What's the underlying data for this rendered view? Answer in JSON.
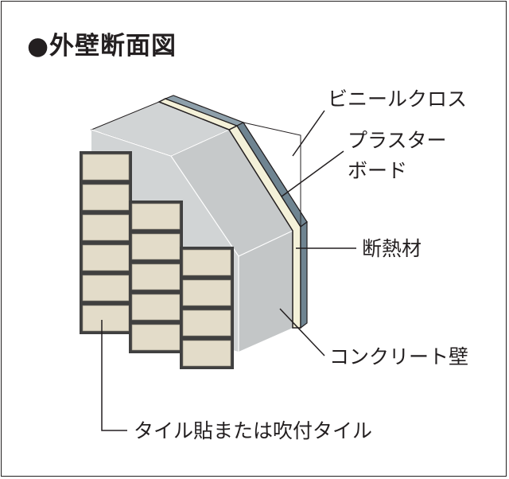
{
  "title": "●外壁断面図",
  "labels": {
    "vinyl_cloth": "ビニールクロス",
    "plaster_board_line1": "プラスター",
    "plaster_board_line2": "ボード",
    "insulation": "断熱材",
    "concrete_wall": "コンクリート壁",
    "tile": "タイル貼または吹付タイル"
  },
  "colors": {
    "concrete": "#d1d4d5",
    "concrete_side": "#c3c6c7",
    "plaster": "#f4f1d9",
    "vinyl": "#6f8491",
    "vinyl_top": "#8ea0ab",
    "tile": "#e3dcc9",
    "tile_gap": "#404040",
    "line": "#231f20"
  }
}
